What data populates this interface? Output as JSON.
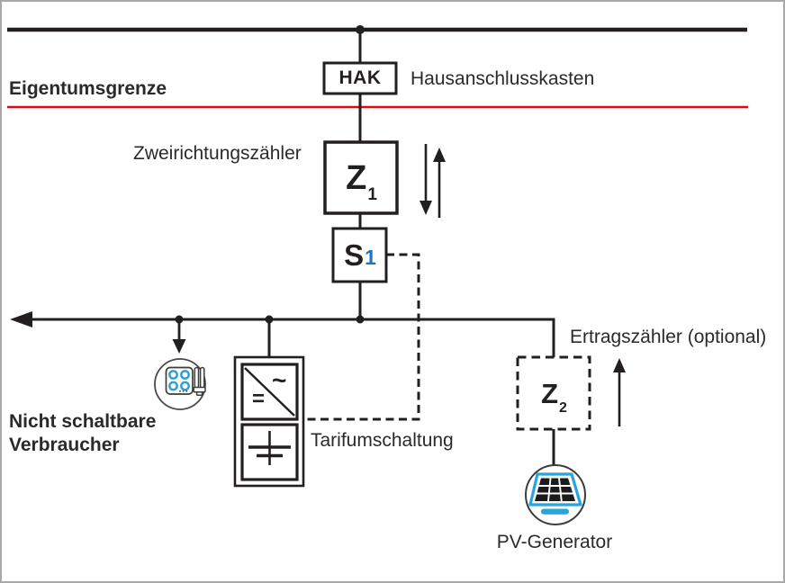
{
  "diagram": {
    "title_labels": {
      "eigentumsgrenze": "Eigentumsgrenze",
      "hausanschlusskasten": "Hausanschlusskasten",
      "zweirichtungszaehler": "Zweirichtungszähler",
      "tarifumschaltung": "Tarifumschaltung",
      "ertragszaehler_optional": "Ertragszähler (optional)",
      "pv_generator": "PV-Generator",
      "nicht_schaltbare_line1": "Nicht schaltbare",
      "nicht_schaltbare_line2": "Verbraucher"
    },
    "boxes": {
      "hak": {
        "label": "HAK"
      },
      "z1": {
        "label": "Z",
        "sub": "1"
      },
      "s1": {
        "label": "S",
        "sub": "1"
      },
      "z2": {
        "label": "Z",
        "sub": "2"
      },
      "inverter": {
        "ac_symbol": "~",
        "dc_symbol": "="
      }
    },
    "icons": {
      "consumer": "household-consumer-icon (cooktop + CFL lamp in circle)",
      "pv": "pv-panel-icon (solar module in circle)",
      "arrows": [
        "grid-left-arrow",
        "consumer-down-arrow",
        "bidirectional-up-down-arrows",
        "feed-in-up-arrow"
      ]
    },
    "colors": {
      "line_black": "#231f20",
      "boundary_red": "#e30613",
      "accent_blue": "#2aa4de",
      "s1_digit_blue": "#1b78be",
      "text": "#2b2a29",
      "frame_gray": "#a9a9a9"
    }
  }
}
